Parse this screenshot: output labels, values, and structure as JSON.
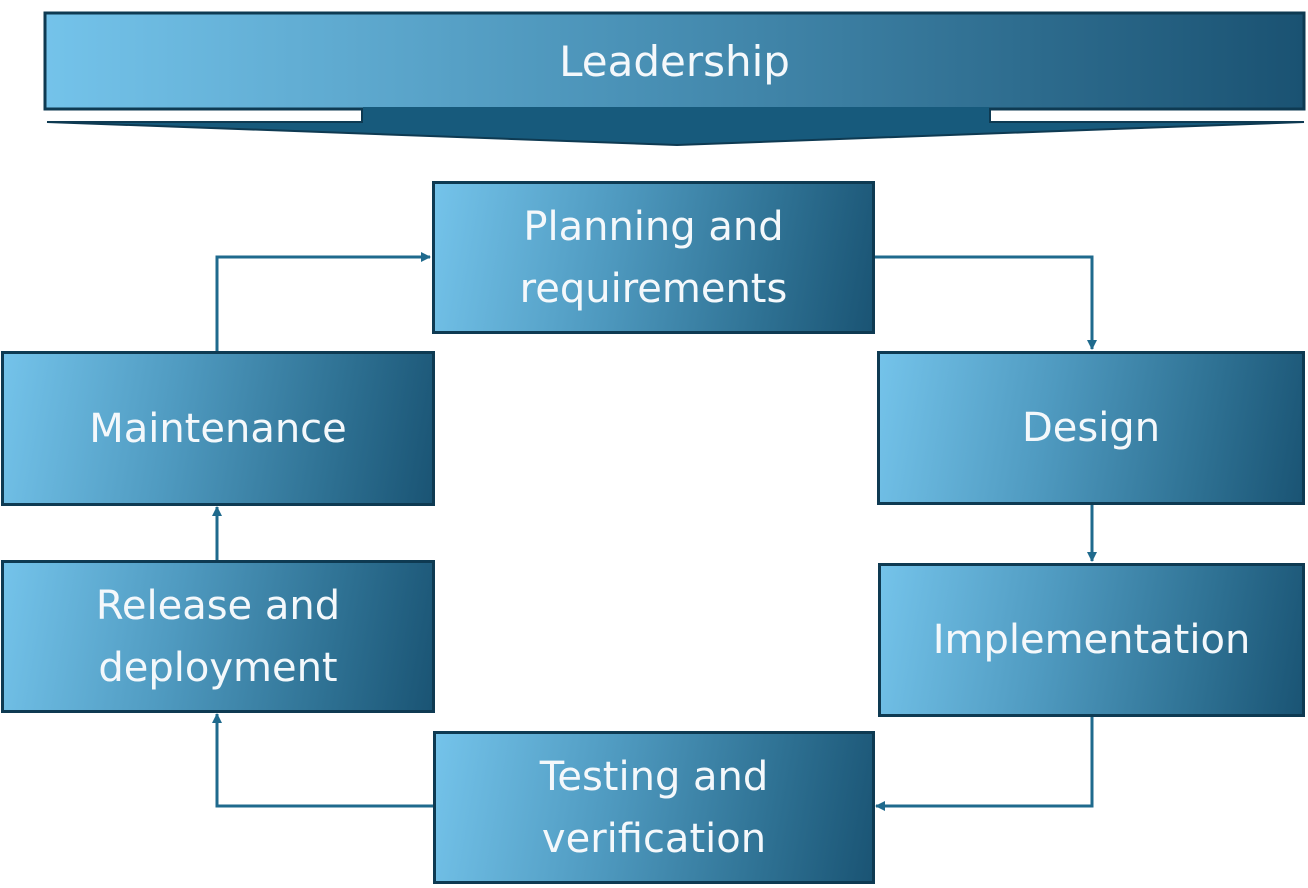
{
  "banner": {
    "label": "Leadership"
  },
  "steps": [
    {
      "id": "planning",
      "line1": "Planning and",
      "line2": "requirements"
    },
    {
      "id": "design",
      "line1": "Design"
    },
    {
      "id": "implementation",
      "line1": "Implementation"
    },
    {
      "id": "testing",
      "line1": "Testing and",
      "line2": "verification"
    },
    {
      "id": "release",
      "line1": "Release and",
      "line2": "deployment"
    },
    {
      "id": "maintenance",
      "line1": "Maintenance"
    }
  ],
  "colors": {
    "gradient_start": "#74c3ea",
    "gradient_end": "#1a5474",
    "border": "#0e3a52",
    "connector": "#1f6a8d"
  }
}
